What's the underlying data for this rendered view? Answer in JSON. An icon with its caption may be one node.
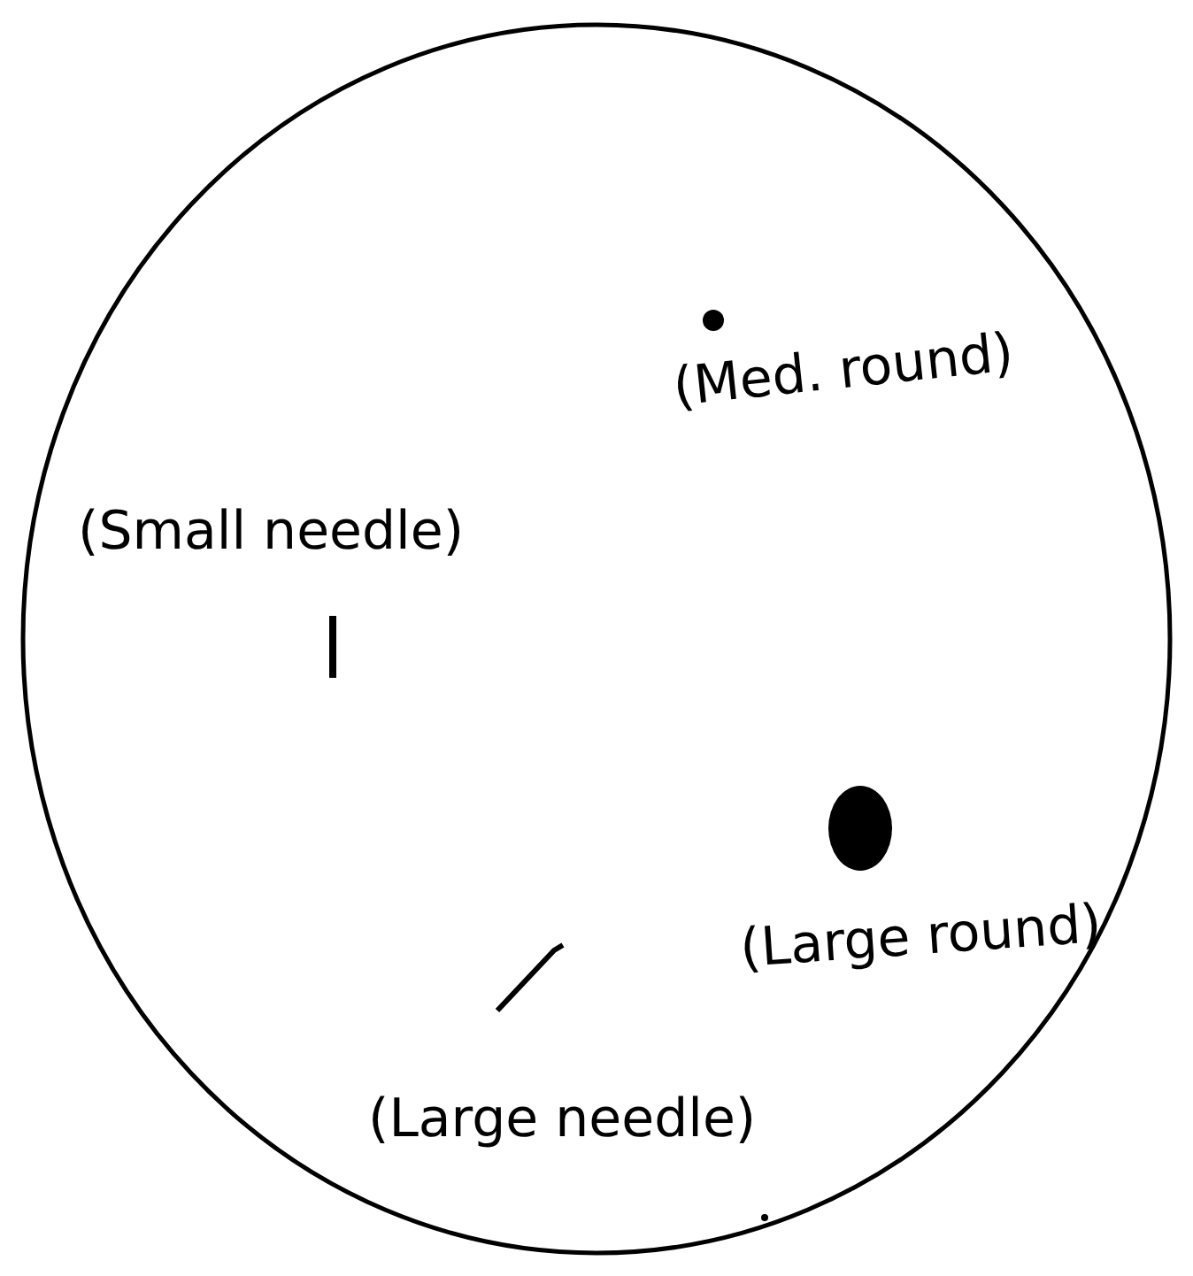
{
  "diagram": {
    "labels": [
      "(Med. round)",
      "(Small needle)",
      "(Large round)",
      "(Large needle)"
    ]
  }
}
